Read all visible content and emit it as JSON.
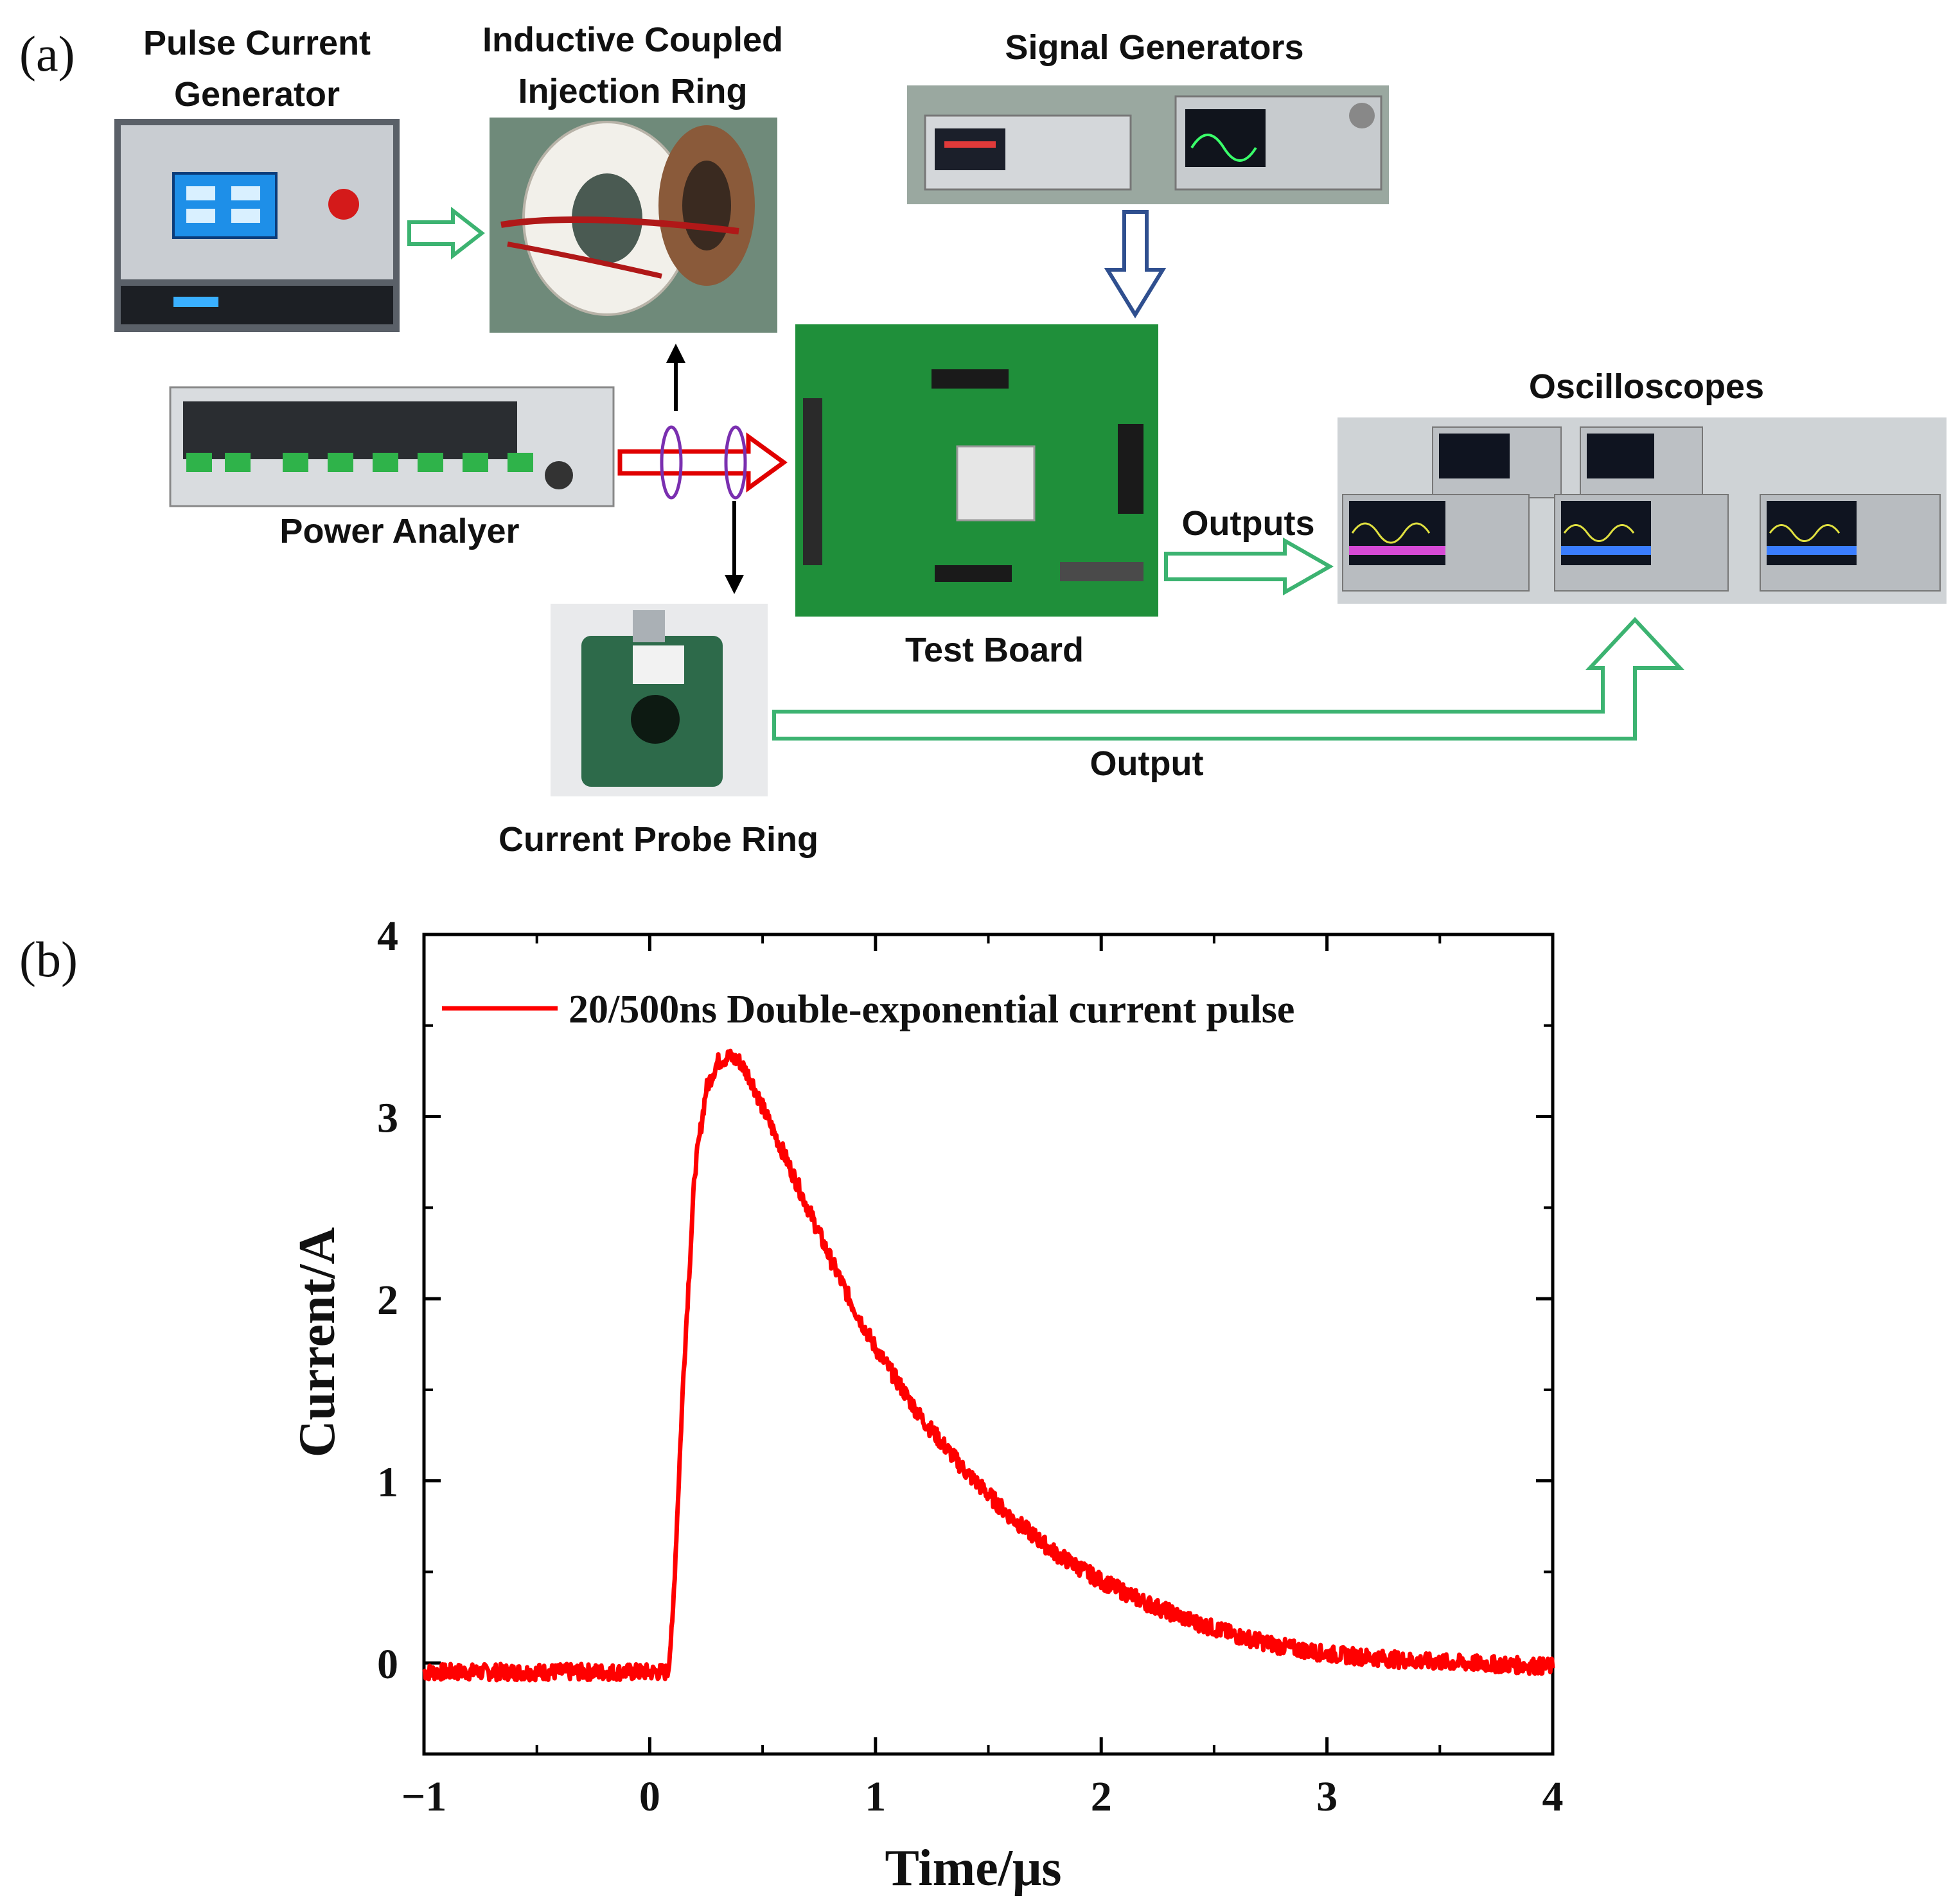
{
  "figure": {
    "panel_a": {
      "letter": "(a)",
      "components": {
        "pulse_generator": {
          "label_line1": "Pulse Current",
          "label_line2": "Generator"
        },
        "injection_ring": {
          "label_line1": "Inductive Coupled",
          "label_line2": "Injection Ring"
        },
        "signal_generators": {
          "label": "Signal Generators"
        },
        "power_analyzer": {
          "label": "Power Analyer"
        },
        "test_board": {
          "label": "Test Board"
        },
        "oscilloscopes": {
          "label": "Oscilloscopes"
        },
        "current_probe": {
          "label": "Current Probe Ring"
        }
      },
      "arrows": {
        "outputs_label": "Outputs",
        "output_label": "Output"
      },
      "colors": {
        "green_arrow": "#3cb371",
        "blue_arrow": "#2f4f8f",
        "red_arrow": "#e00000",
        "purple_ring": "#7a2fb0"
      }
    },
    "panel_b": {
      "letter": "(b)"
    }
  },
  "chart_data": {
    "type": "line",
    "title": "",
    "xlabel": "Time/μs",
    "ylabel": "Current/A",
    "xlim": [
      -1,
      4
    ],
    "ylim": [
      -0.5,
      4
    ],
    "xticks": [
      -1,
      0,
      1,
      2,
      3,
      4
    ],
    "xtick_labels": [
      "−1",
      "0",
      "1",
      "2",
      "3",
      "4"
    ],
    "yticks": [
      0,
      1,
      2,
      3,
      4
    ],
    "ytick_labels": [
      "0",
      "1",
      "2",
      "3",
      "4"
    ],
    "legend_position": "top",
    "grid": false,
    "series": [
      {
        "name": "20/500ns Double-exponential current pulse",
        "color": "#ff0000",
        "x": [
          -1.0,
          -0.5,
          0.0,
          0.08,
          0.1,
          0.15,
          0.2,
          0.25,
          0.3,
          0.35,
          0.4,
          0.45,
          0.5,
          0.6,
          0.7,
          0.8,
          0.9,
          1.0,
          1.2,
          1.4,
          1.6,
          1.8,
          2.0,
          2.2,
          2.4,
          2.6,
          2.8,
          3.0,
          3.2,
          3.4,
          3.6,
          3.8,
          4.0
        ],
        "y": [
          -0.05,
          -0.05,
          -0.05,
          -0.05,
          0.2,
          1.6,
          2.7,
          3.15,
          3.3,
          3.33,
          3.3,
          3.2,
          3.05,
          2.78,
          2.5,
          2.22,
          1.96,
          1.73,
          1.35,
          1.05,
          0.8,
          0.6,
          0.45,
          0.33,
          0.23,
          0.15,
          0.09,
          0.05,
          0.03,
          0.01,
          0.0,
          -0.01,
          -0.02
        ]
      }
    ]
  }
}
